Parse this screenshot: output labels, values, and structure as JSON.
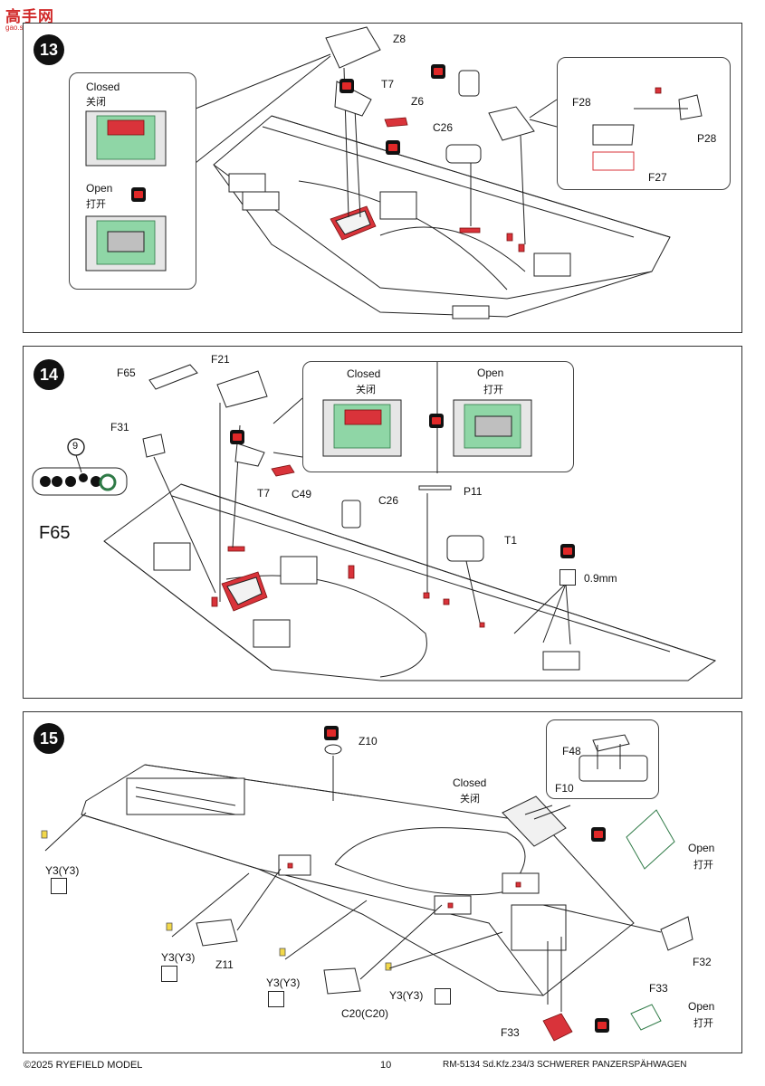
{
  "watermark": {
    "title": "高手网",
    "site": "gao.shou.com"
  },
  "steps": {
    "s13": {
      "number": "13",
      "inset": {
        "closed_en": "Closed",
        "closed_cn": "关闭",
        "open_en": "Open",
        "open_cn": "打开"
      },
      "parts": {
        "z8": "Z8",
        "t7": "T7",
        "z6": "Z6",
        "c26": "C26",
        "f28": "F28",
        "p28": "P28",
        "f27": "F27"
      }
    },
    "s14": {
      "number": "14",
      "inset": {
        "closed_en": "Closed",
        "closed_cn": "关闭",
        "open_en": "Open",
        "open_cn": "打开"
      },
      "parts": {
        "f65": "F65",
        "f21": "F21",
        "f31": "F31",
        "t7": "T7",
        "c49": "C49",
        "c26": "C26",
        "p11": "P11",
        "t1": "T1",
        "drill": "0.9mm",
        "dial": "9",
        "f65_big": "F65"
      }
    },
    "s15": {
      "number": "15",
      "parts": {
        "z10": "Z10",
        "closed_en": "Closed",
        "closed_cn": "关闭",
        "f48": "F48",
        "f10": "F10",
        "open_en": "Open",
        "open_cn": "打开",
        "y3_a": "Y3(Y3)",
        "y3_b": "Y3(Y3)",
        "y3_c": "Y3(Y3)",
        "y3_d": "Y3(Y3)",
        "z11": "Z11",
        "c20": "C20(C20)",
        "f32": "F32",
        "f33_a": "F33",
        "f33_b": "F33",
        "open2_en": "Open",
        "open2_cn": "打开"
      }
    }
  },
  "footer": {
    "copyright": "©2025 RYEFIELD MODEL",
    "page": "10",
    "product": "RM-5134 Sd.Kfz.234/3 SCHWERER PANZERSPÄHWAGEN"
  }
}
